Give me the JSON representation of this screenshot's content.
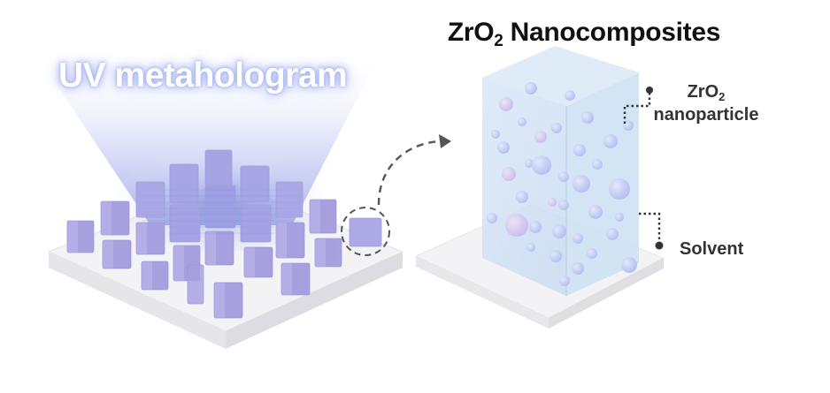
{
  "title": {
    "main": "ZrO",
    "sub": "2",
    "rest": " Nanocomposites"
  },
  "left_label": "UV metahologram",
  "callouts": {
    "nanoparticle": {
      "main": "ZrO",
      "sub": "2",
      "line2": "nanoparticle"
    },
    "solvent": "Solvent"
  },
  "colors": {
    "pillar": "#b3aee6",
    "pillar_dark": "#9c97d8",
    "beam": "#7b8be0",
    "substrate": "#f2f2f4",
    "composite_block": "#cfe2f5",
    "particle": "#bcc7f2",
    "label_text": "#333333",
    "dashed_arrow": "#555555"
  }
}
